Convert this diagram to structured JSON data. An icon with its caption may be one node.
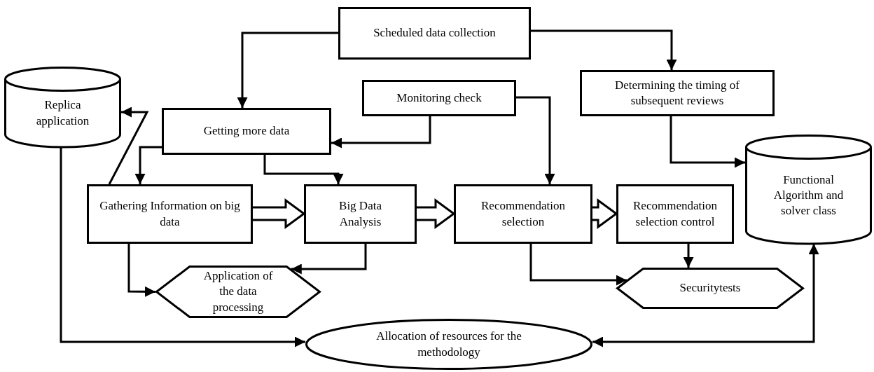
{
  "diagram": {
    "nodes": [
      {
        "text": [
          "Scheduled data collection"
        ]
      },
      {
        "text": [
          "Replica application"
        ]
      },
      {
        "text": [
          "Monitoring check"
        ]
      },
      {
        "text": [
          "Determining the timing of subsequent reviews"
        ]
      },
      {
        "text": [
          "Getting more data"
        ]
      },
      {
        "text": [
          "Functional Algorithm and solver class"
        ]
      },
      {
        "text": [
          "Gathering Information on big data"
        ]
      },
      {
        "text": [
          "Big Data Analysis"
        ]
      },
      {
        "text": [
          "Recommendation selection"
        ]
      },
      {
        "text": [
          "Recommendation selection control"
        ]
      },
      {
        "text": [
          "Application of the data processing"
        ]
      },
      {
        "text": [
          "Securitytests"
        ]
      },
      {
        "text": [
          "Allocation of resources for the methodology"
        ]
      }
    ],
    "edges": [
      {
        "from": 0,
        "to": 4,
        "arrow": "to"
      },
      {
        "from": 0,
        "to": 3,
        "arrow": "to"
      },
      {
        "from": 2,
        "to": 4,
        "arrow": "to"
      },
      {
        "from": 2,
        "to": 8,
        "arrow": "to"
      },
      {
        "from": 4,
        "to": 6,
        "arrow": "to"
      },
      {
        "from": 4,
        "to": 7,
        "arrow": "to"
      },
      {
        "from": 6,
        "to": 1,
        "arrow": "to"
      },
      {
        "from": 3,
        "to": 5,
        "arrow": "to"
      },
      {
        "from": 6,
        "to": 7,
        "arrow": "to",
        "style": "thick"
      },
      {
        "from": 7,
        "to": 8,
        "arrow": "to",
        "style": "thick"
      },
      {
        "from": 8,
        "to": 9,
        "arrow": "to",
        "style": "thick"
      },
      {
        "from": 6,
        "to": 10,
        "arrow": "to"
      },
      {
        "from": 7,
        "to": 10,
        "arrow": "to"
      },
      {
        "from": 9,
        "to": 11,
        "arrow": "to"
      },
      {
        "from": 8,
        "to": 11,
        "arrow": "to"
      },
      {
        "from": 1,
        "to": 12,
        "arrow": "to"
      },
      {
        "from": 12,
        "to": 5,
        "arrow": "both"
      }
    ]
  }
}
